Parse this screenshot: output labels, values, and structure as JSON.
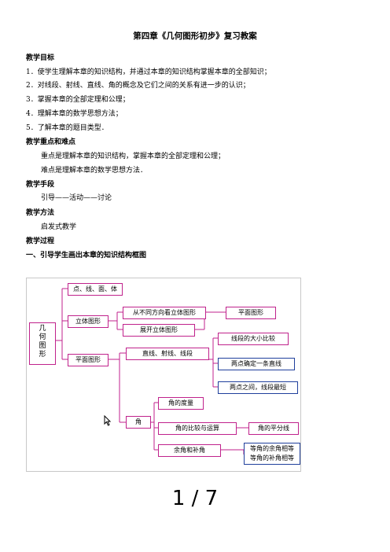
{
  "title": "第四章《几何图形初步》复习教案",
  "sections": {
    "goals_heading": "教学目标",
    "goals": [
      "1．使学生理解本章的知识结构，并通过本章的知识结构掌握本章的全部知识；",
      "2．对线段、射线、直线、角的概念及它们之间的关系有进一步的认识；",
      "3．掌握本章的全部定理和公理；",
      "4．理解本章的数学思想方法；",
      "5．了解本章的题目类型．"
    ],
    "focus_heading": "教学重点和难点",
    "focus": [
      "重点是理解本章的知识结构，掌握本章的全部定理和公理；",
      "难点是理解本章的数学思想方法．"
    ],
    "means_heading": "教学手段",
    "means": "引导——活动——讨论",
    "method_heading": "教学方法",
    "method": "启发式教学",
    "process_heading": "教学过程",
    "step1": "一、引导学生画出本章的知识结构框图"
  },
  "mindmap": {
    "root": "几何图形",
    "level1": [
      "点、线、面、体",
      "立体图形",
      "平面图形"
    ],
    "solid_children": [
      "从不同方向看立体图形",
      "展开立体图形"
    ],
    "plane_figure": "平面图形",
    "plane_children": [
      "直线、射线、线段",
      "角"
    ],
    "line_children": [
      "线段的大小比较",
      "两点确定一条直线",
      "两点之间，线段最短"
    ],
    "angle_children": [
      "角的度量",
      "角的比较与运算",
      "余角和补角"
    ],
    "bisector": "角的平分线",
    "complement_facts": [
      "等角的余角相等",
      "等角的补角相等"
    ]
  },
  "page_number": "1 / 7",
  "colors": {
    "tree_line": "#c0228c",
    "blue_box": "#1f3f9c",
    "frame": "#c8c8c8"
  },
  "icons": [
    "arrow-cursor-icon"
  ]
}
